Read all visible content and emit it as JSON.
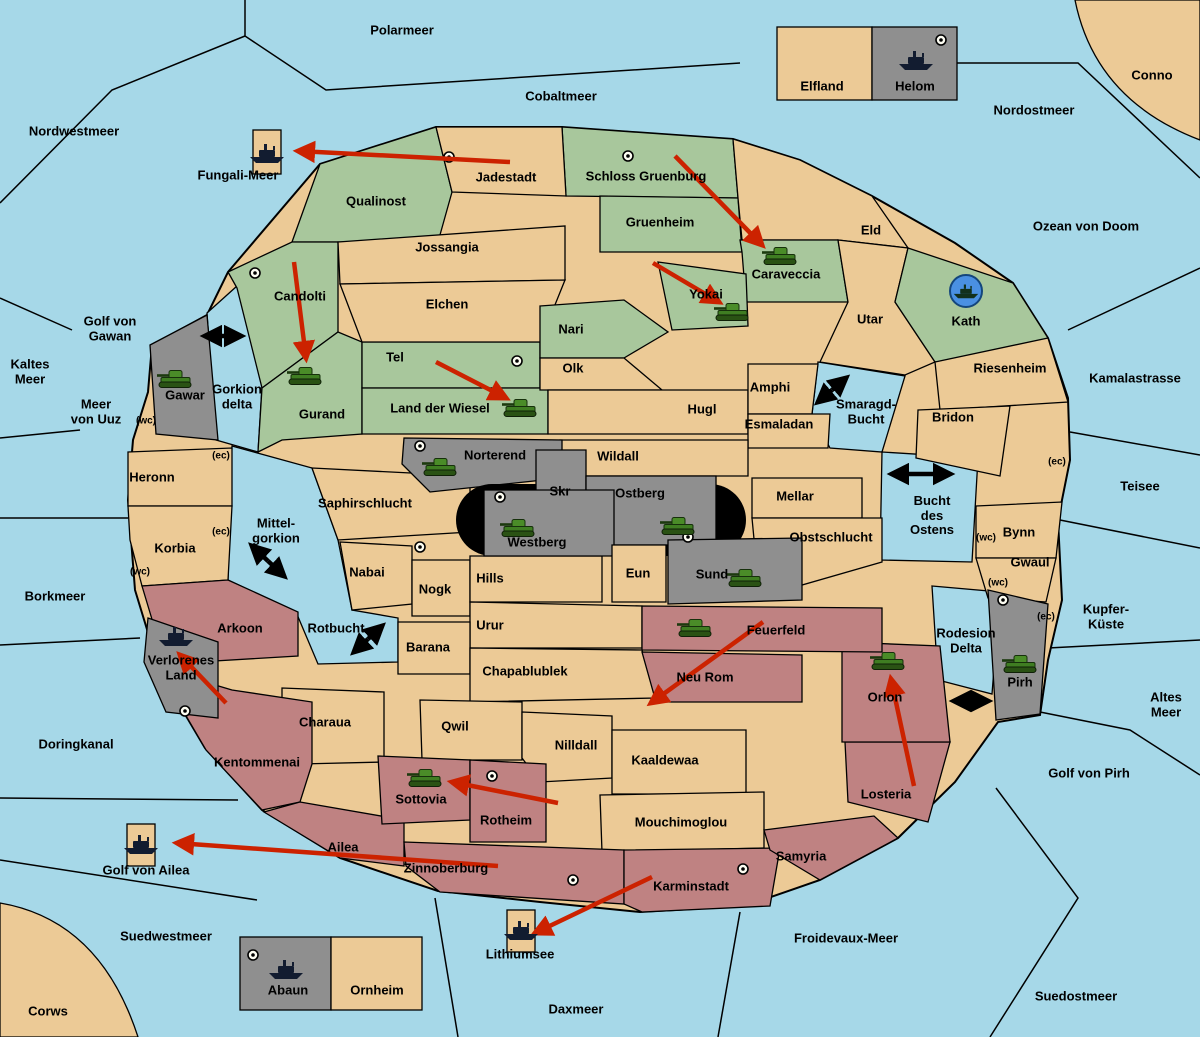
{
  "labels": {
    "polarmeer": "Polarmeer",
    "cobaltmeer": "Cobaltmeer",
    "nordwestmeer": "Nordwestmeer",
    "nordostmeer": "Nordostmeer",
    "conno": "Conno",
    "ozean_von_doom": "Ozean von Doom",
    "kaltes_meer": "Kaltes\nMeer",
    "golf_von_gawan": "Golf von\nGawan",
    "meer_von_uuz": "Meer\nvon Uuz",
    "kamalastrasse": "Kamalastrasse",
    "teisee": "Teisee",
    "borkmeer": "Borkmeer",
    "kupfer_kueste": "Kupfer-\nKüste",
    "altes_meer": "Altes\nMeer",
    "doringkanal": "Doringkanal",
    "golf_von_pirh": "Golf von Pirh",
    "golf_von_ailea": "Golf von Ailea",
    "suedwestmeer": "Suedwestmeer",
    "froidevaux_meer": "Froidevaux-Meer",
    "daxmeer": "Daxmeer",
    "suedostmeer": "Suedostmeer",
    "corws": "Corws",
    "fungali_meer": "Fungali-Meer",
    "lithiumsee": "Lithiumsee",
    "gorkion_delta": "Gorkion\ndelta",
    "mittelgorkion": "Mittel-\ngorkion",
    "rotbucht": "Rotbucht",
    "smaragd_bucht": "Smaragd-\nBucht",
    "bucht_des_ostens": "Bucht\ndes\nOstens",
    "rodesion_delta": "Rodesion\nDelta",
    "qualinost": "Qualinost",
    "jadestadt": "Jadestadt",
    "schloss_gruenburg": "Schloss Gruenburg",
    "gruenheim": "Gruenheim",
    "eld": "Eld",
    "caraveccia": "Caraveccia",
    "yokai": "Yokai",
    "kath": "Kath",
    "candolti": "Candolti",
    "gurand": "Gurand",
    "tel": "Tel",
    "land_der_wiesel": "Land der Wiesel",
    "nari": "Nari",
    "jossangia": "Jossangia",
    "elchen": "Elchen",
    "olk": "Olk",
    "hugl": "Hugl",
    "amphi": "Amphi",
    "utar": "Utar",
    "esmaladan": "Esmaladan",
    "riesenheim": "Riesenheim",
    "bridon": "Bridon",
    "mellar": "Mellar",
    "obstschlucht": "Obstschlucht",
    "bynn": "Bynn",
    "gwaul": "Gwaul",
    "wildall": "Wildall",
    "saphirschlucht": "Saphirschlucht",
    "heronn": "Heronn",
    "korbia": "Korbia",
    "nabai": "Nabai",
    "nogk": "Nogk",
    "hills": "Hills",
    "urur": "Urur",
    "barana": "Barana",
    "chapablublek": "Chapablublek",
    "qwil": "Qwil",
    "eun": "Eun",
    "nilldall": "Nilldall",
    "kaaldewaa": "Kaaldewaa",
    "mouchimoglou": "Mouchimoglou",
    "charaua": "Charaua",
    "arkoon": "Arkoon",
    "verlorenes_land": "Verlorenes\nLand",
    "kentommenai": "Kentommenai",
    "ailea": "Ailea",
    "sottovia": "Sottovia",
    "rotheim": "Rotheim",
    "zinnoberburg": "Zinnoberburg",
    "karminstadt": "Karminstadt",
    "samyria": "Samyria",
    "losteria": "Losteria",
    "orlon": "Orlon",
    "neu_rom": "Neu Rom",
    "feuerfeld": "Feuerfeld",
    "gawar": "Gawar",
    "norterend": "Norterend",
    "skr": "Skr",
    "ostberg": "Ostberg",
    "westberg": "Westberg",
    "sund": "Sund",
    "pirh": "Pirh",
    "elfland": "Elfland",
    "helom": "Helom",
    "abaun": "Abaun",
    "ornheim": "Ornheim",
    "wc_uuz": "(wc)",
    "ec_heronn": "(ec)",
    "ec_korbia": "(ec)",
    "wc_korbia": "(wc)",
    "ec_east1": "(ec)",
    "wc_bynn": "(wc)",
    "wc_gwaul": "(wc)",
    "ec_east2": "(ec)"
  },
  "colors": {
    "water": "#A6D8E8",
    "neutral_land": "#ECCA96",
    "green_player": "#A8C79C",
    "gray_player": "#8F8F8F",
    "red_player": "#BF8282",
    "move_arrow": "#CC2200",
    "unit_tank": "#3F7D22",
    "unit_ship": "#121C30",
    "kath_circle": "#4A90E2"
  },
  "annotations": {
    "unit_types": [
      "tank",
      "ship"
    ],
    "tanks_on": [
      "Gawar",
      "Candolti",
      "Caraveccia",
      "Yokai",
      "Land der Wiesel",
      "Norterend",
      "Westberg",
      "Ostberg",
      "Sund",
      "Feuerfeld",
      "Orlon",
      "Pirh",
      "Sottovia"
    ],
    "ships_on": [
      "Fungali-Meer",
      "Kath",
      "Verlorenes Land",
      "Golf von Ailea",
      "Lithiumsee",
      "Helom",
      "Abaun"
    ],
    "red_move_arrows": [
      "Jadestadt → Fungali-Meer",
      "Candolti → Gurand",
      "Schloss Gruenburg → Caraveccia",
      "Gruenheim → Yokai",
      "Tel → Land der Wiesel",
      "Feuerfeld → Neu Rom",
      "Losteria → Orlon",
      "Rotheim → Sottovia",
      "Zinnoberburg → Golf von Ailea",
      "Karminstadt → Lithiumsee",
      "Kentommenai → Verlorenes Land"
    ],
    "two_way_crossings": [
      "Gawar–Candolti",
      "Smaragd-Bucht",
      "Bucht des Ostens",
      "Mittelgorkion",
      "Rotbucht",
      "Pirh–east"
    ]
  }
}
